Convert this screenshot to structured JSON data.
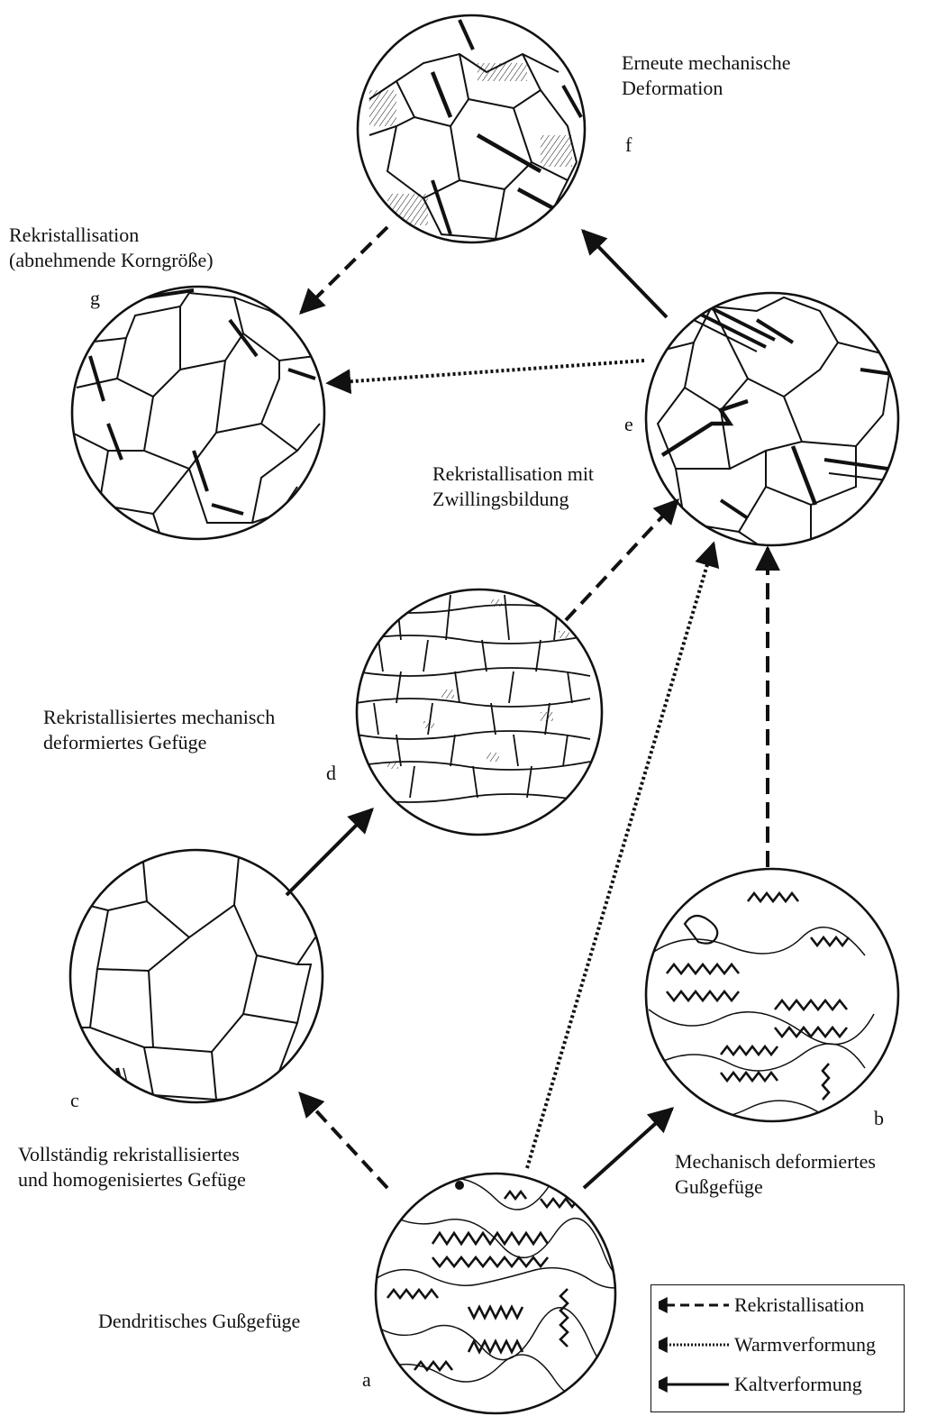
{
  "colors": {
    "ink": "#111111",
    "background": "#ffffff"
  },
  "nodes": {
    "a": {
      "letter": "a",
      "caption": "Dendritisches Gußgefüge"
    },
    "b": {
      "letter": "b",
      "caption_line1": "Mechanisch deformiertes",
      "caption_line2": "Gußgefüge"
    },
    "c": {
      "letter": "c",
      "caption_line1": "Vollständig rekristallisiertes",
      "caption_line2": "und homogenisiertes Gefüge"
    },
    "d": {
      "letter": "d",
      "caption_line1": "Rekristallisiertes mechanisch",
      "caption_line2": "deformiertes Gefüge"
    },
    "e": {
      "letter": "e",
      "caption_line1": "Rekristallisation mit",
      "caption_line2": "Zwillingsbildung"
    },
    "f": {
      "letter": "f",
      "caption_line1": "Erneute mechanische",
      "caption_line2": "Deformation"
    },
    "g": {
      "letter": "g",
      "caption_line1": "Rekristallisation",
      "caption_line2": "(abnehmende Korngröße)"
    }
  },
  "edges": [
    {
      "from": "a",
      "to": "c",
      "style": "dashed"
    },
    {
      "from": "a",
      "to": "b",
      "style": "solid"
    },
    {
      "from": "a",
      "to": "e",
      "style": "dotted"
    },
    {
      "from": "b",
      "to": "e",
      "style": "dashed"
    },
    {
      "from": "c",
      "to": "d",
      "style": "solid"
    },
    {
      "from": "d",
      "to": "e",
      "style": "dashed"
    },
    {
      "from": "e",
      "to": "f",
      "style": "solid"
    },
    {
      "from": "e",
      "to": "g",
      "style": "dotted"
    },
    {
      "from": "f",
      "to": "g",
      "style": "dashed"
    }
  ],
  "legend": {
    "rekristallisation": "Rekristallisation",
    "warmverformung": "Warmverformung",
    "kaltverformung": "Kaltverformung"
  }
}
